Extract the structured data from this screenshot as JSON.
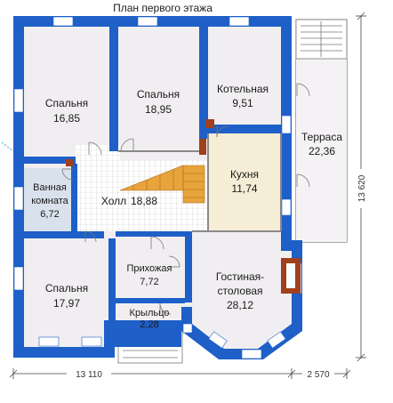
{
  "title": "План первого этажа",
  "rooms": [
    {
      "name": "Спальня",
      "area": "16,85"
    },
    {
      "name": "Спальня",
      "area": "18,95"
    },
    {
      "name": "Котельная",
      "area": "9,51"
    },
    {
      "name": "Терраса",
      "area": "22,36"
    },
    {
      "name": "Кухня",
      "area": "11,74"
    },
    {
      "name": "Ванная",
      "name2": "комната",
      "area": "6,72"
    },
    {
      "name": "Холл",
      "area": "18,88"
    },
    {
      "name": "Спальня",
      "area": "17,97"
    },
    {
      "name": "Прихожая",
      "area": "7,72"
    },
    {
      "name": "Гостиная-",
      "name2": "столовая",
      "area": "28,12"
    },
    {
      "name": "Крыльцо",
      "area": "2,28"
    }
  ],
  "dimensions": {
    "width_main": "13 110",
    "width_terrace": "2 570",
    "height": "13 620"
  },
  "colors": {
    "wall": "#1e5fc8",
    "room_fill": "#f1eef1",
    "kitchen_fill": "#f6edd6",
    "bath_fill": "#d9e2ec",
    "stair": "#e7a43c",
    "brick": "#a0401c"
  }
}
